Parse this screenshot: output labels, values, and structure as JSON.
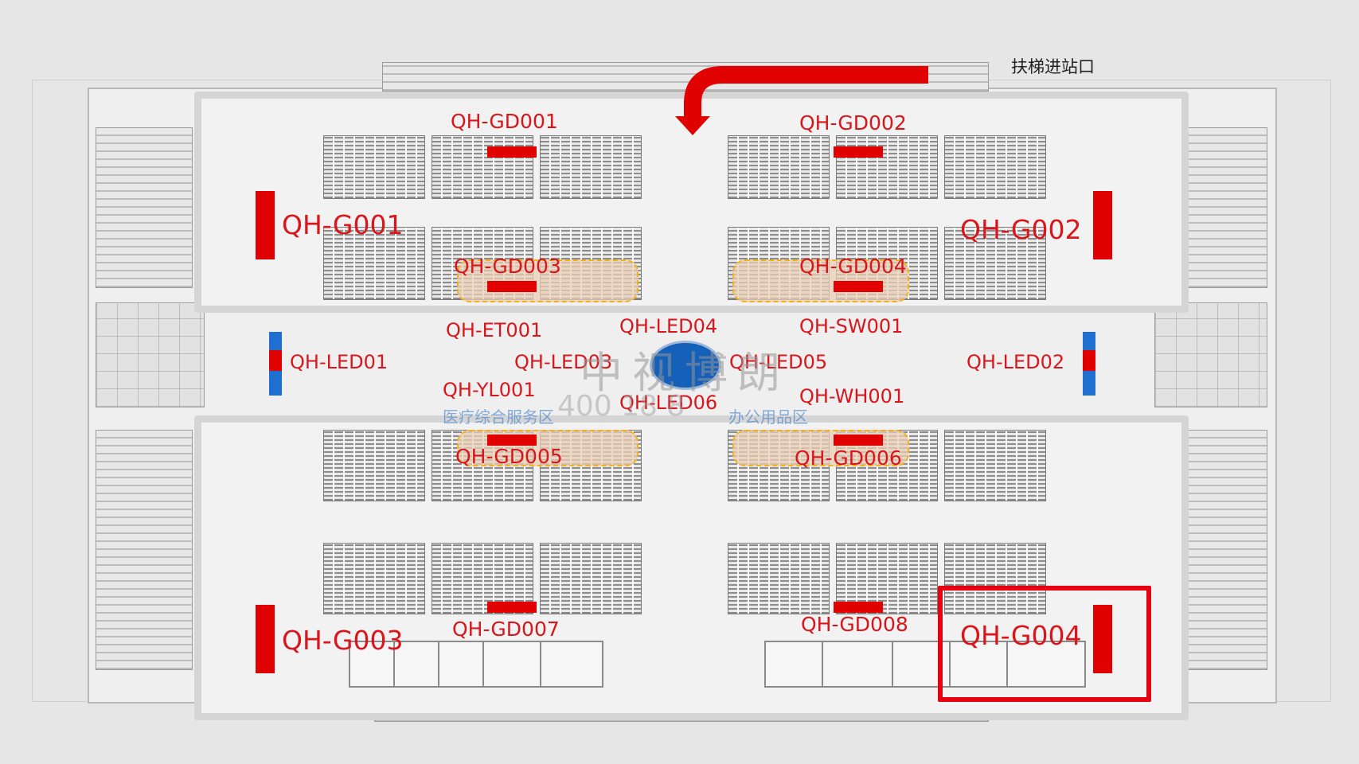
{
  "escalator_label": "扶梯进站口",
  "watermark": {
    "brand": "中视博朗",
    "phone": "400  18 8"
  },
  "zones": {
    "g001": "QH-G001",
    "g002": "QH-G002",
    "g003": "QH-G003",
    "g004": "QH-G004",
    "gd001": "QH-GD001",
    "gd002": "QH-GD002",
    "gd003": "QH-GD003",
    "gd004": "QH-GD004",
    "gd005": "QH-GD005",
    "gd006": "QH-GD006",
    "gd007": "QH-GD007",
    "gd008": "QH-GD008",
    "led01": "QH-LED01",
    "led02": "QH-LED02",
    "led03": "QH-LED03",
    "led04": "QH-LED04",
    "led05": "QH-LED05",
    "led06": "QH-LED06",
    "et001": "QH-ET001",
    "sw001": "QH-SW001",
    "yl001": "QH-YL001",
    "wh001": "QH-WH001"
  },
  "faint_signs": {
    "left": "医疗综合服务区",
    "right": "办公用品区"
  },
  "colors": {
    "accent": "#e00000",
    "led": "#1e6fd0",
    "label": "#d8161c",
    "island": "#f2b21a"
  }
}
